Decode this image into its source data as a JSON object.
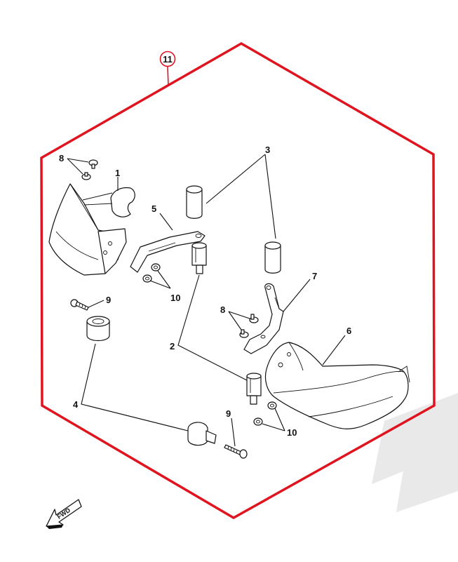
{
  "assembly_ref": "11",
  "fwd_label": "FWD",
  "callouts": {
    "c1": "1",
    "c2": "2",
    "c3": "3",
    "c4": "4",
    "c5": "5",
    "c6": "6",
    "c7": "7",
    "c8a": "8",
    "c8b": "8",
    "c9a": "9",
    "c9b": "9",
    "c10a": "10",
    "c10b": "10"
  },
  "colors": {
    "outline": "#e0141e",
    "ink": "#111111",
    "watermark": "#e8e8e8"
  }
}
